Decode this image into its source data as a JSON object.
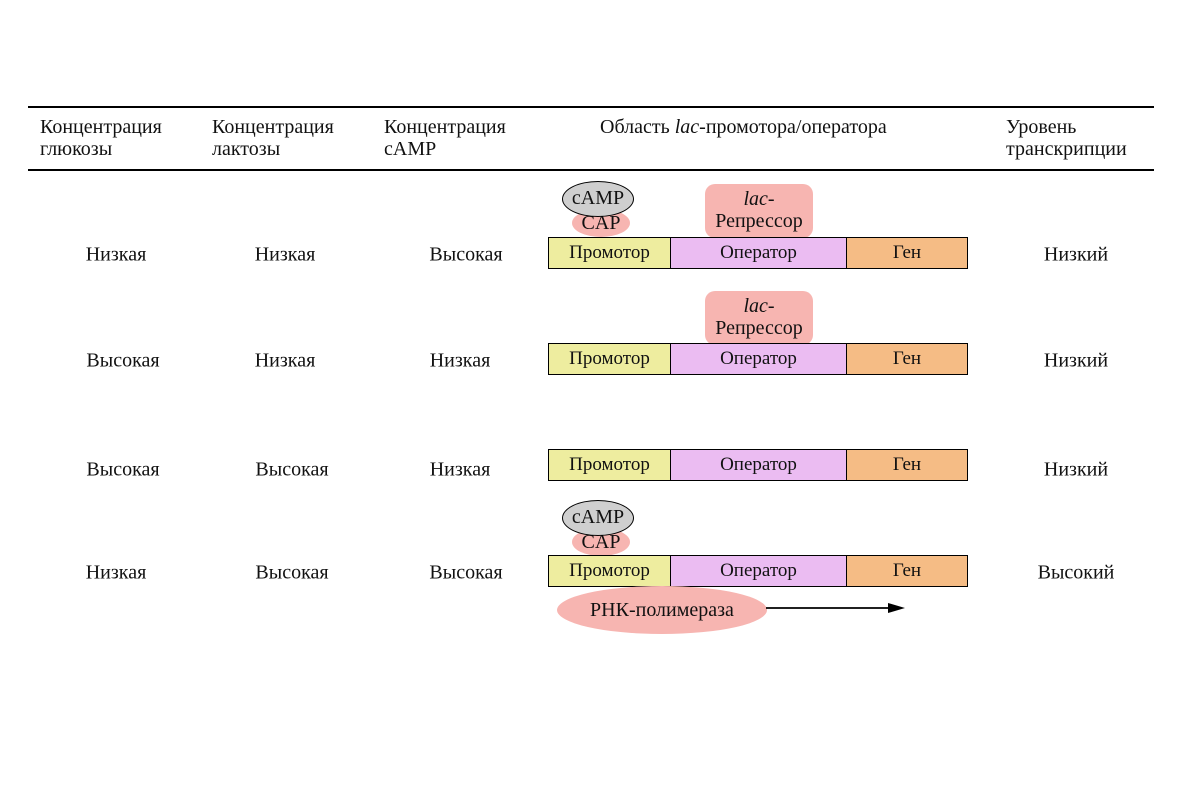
{
  "headers": {
    "glucose": [
      "Концентрация",
      "глюкозы"
    ],
    "lactose": [
      "Концентрация",
      "лактозы"
    ],
    "camp": [
      "Концентрация",
      "cAMP"
    ],
    "region_prefix": "Область ",
    "region_italic": "lac",
    "region_suffix": "-промотора/оператора",
    "transcription": [
      "Уровень",
      "транскрипции"
    ]
  },
  "segments": {
    "promoter": "Промотор",
    "operator": "Оператор",
    "gene": "Ген"
  },
  "labels": {
    "camp": "cAMP",
    "cap": "CAP",
    "repressor_italic": "lac-",
    "repressor": "Репрессор",
    "rna_polymerase": "РНК-полимераза"
  },
  "rows": [
    {
      "glucose": "Низкая",
      "lactose": "Низкая",
      "camp": "Высокая",
      "transcription": "Низкий",
      "cap_bound": true,
      "repressor_bound": true,
      "polymerase": false
    },
    {
      "glucose": "Высокая",
      "lactose": "Низкая",
      "camp": "Низкая",
      "transcription": "Низкий",
      "cap_bound": false,
      "repressor_bound": true,
      "polymerase": false
    },
    {
      "glucose": "Высокая",
      "lactose": "Высокая",
      "camp": "Низкая",
      "transcription": "Низкий",
      "cap_bound": false,
      "repressor_bound": false,
      "polymerase": false
    },
    {
      "glucose": "Низкая",
      "lactose": "Высокая",
      "camp": "Высокая",
      "transcription": "Высокий",
      "cap_bound": true,
      "repressor_bound": false,
      "polymerase": true
    }
  ]
}
